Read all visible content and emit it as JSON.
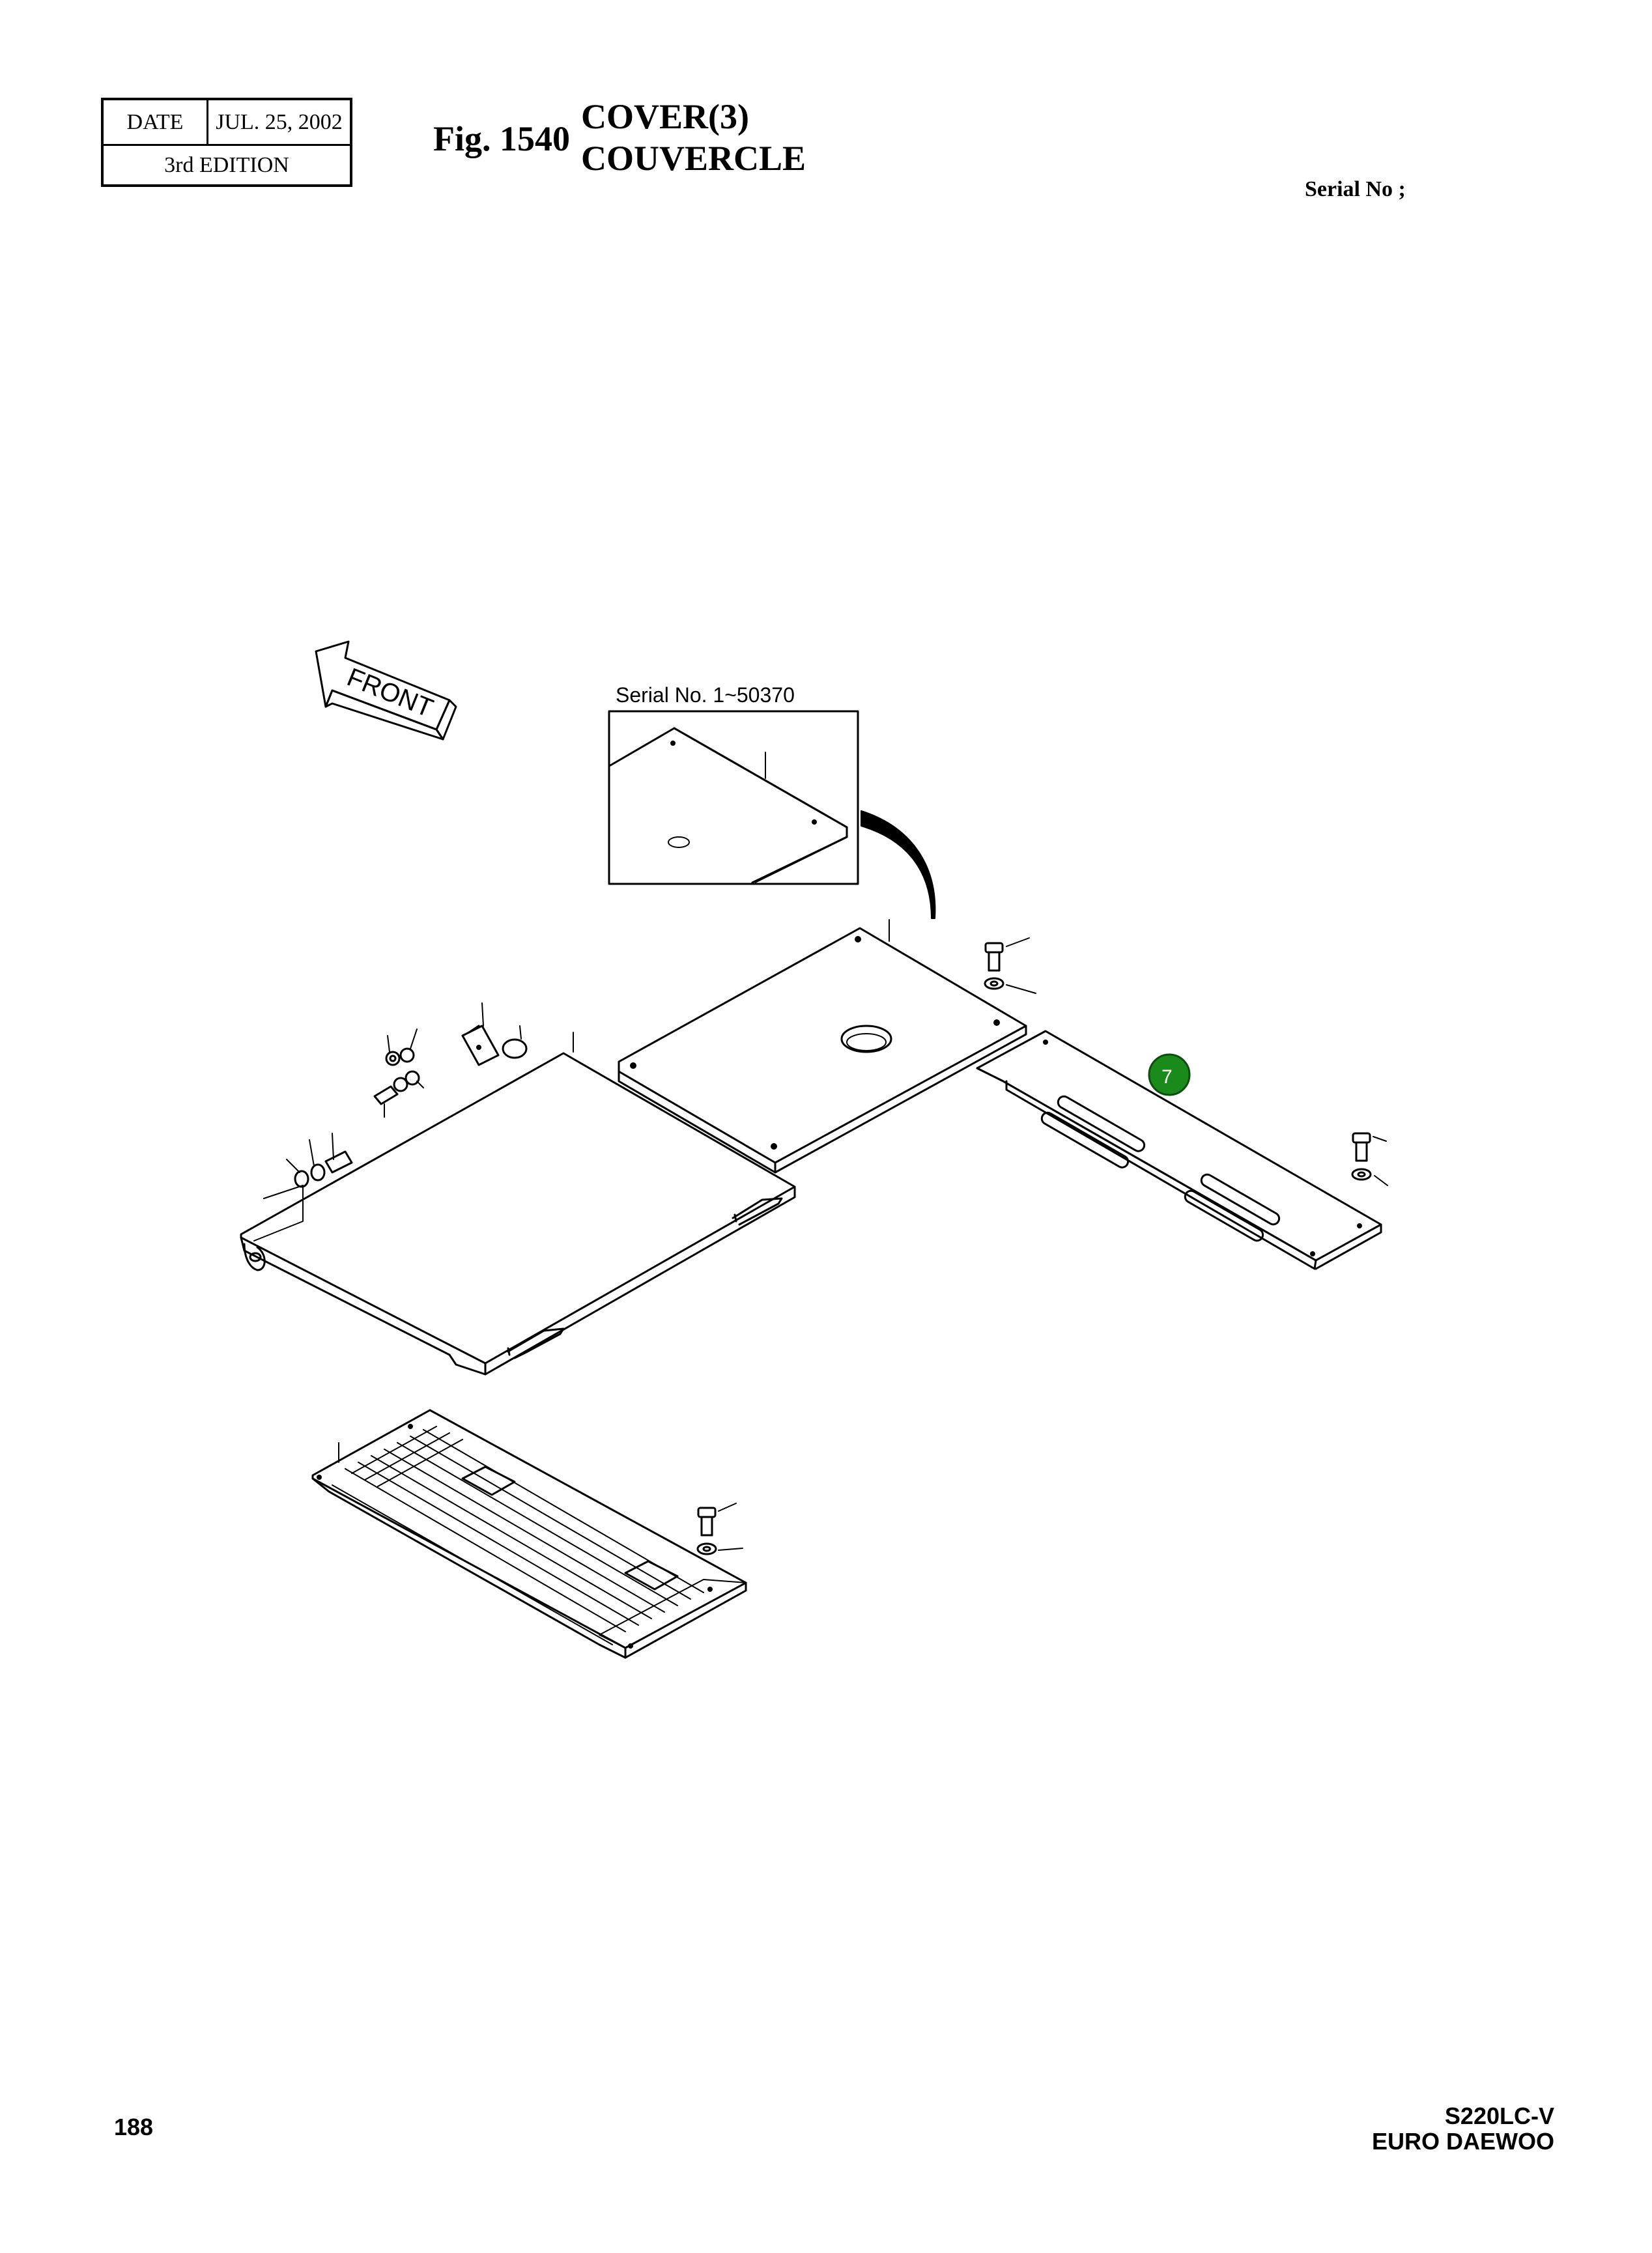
{
  "header": {
    "date_label": "DATE",
    "date_value": "JUL. 25, 2002",
    "edition": "3rd EDITION"
  },
  "figure": {
    "number": "Fig. 1540",
    "title_en": "COVER(3)",
    "title_fr": "COUVERCLE",
    "serial_label": "Serial No ;"
  },
  "diagram": {
    "front_arrow_label": "FRONT",
    "inset_label": "Serial No. 1~50370",
    "callouts": [
      {
        "number": "7",
        "color": "#1a8a1a"
      }
    ]
  },
  "footer": {
    "page_number": "188",
    "model": "S220LC-V",
    "brand": "EURO DAEWOO"
  }
}
